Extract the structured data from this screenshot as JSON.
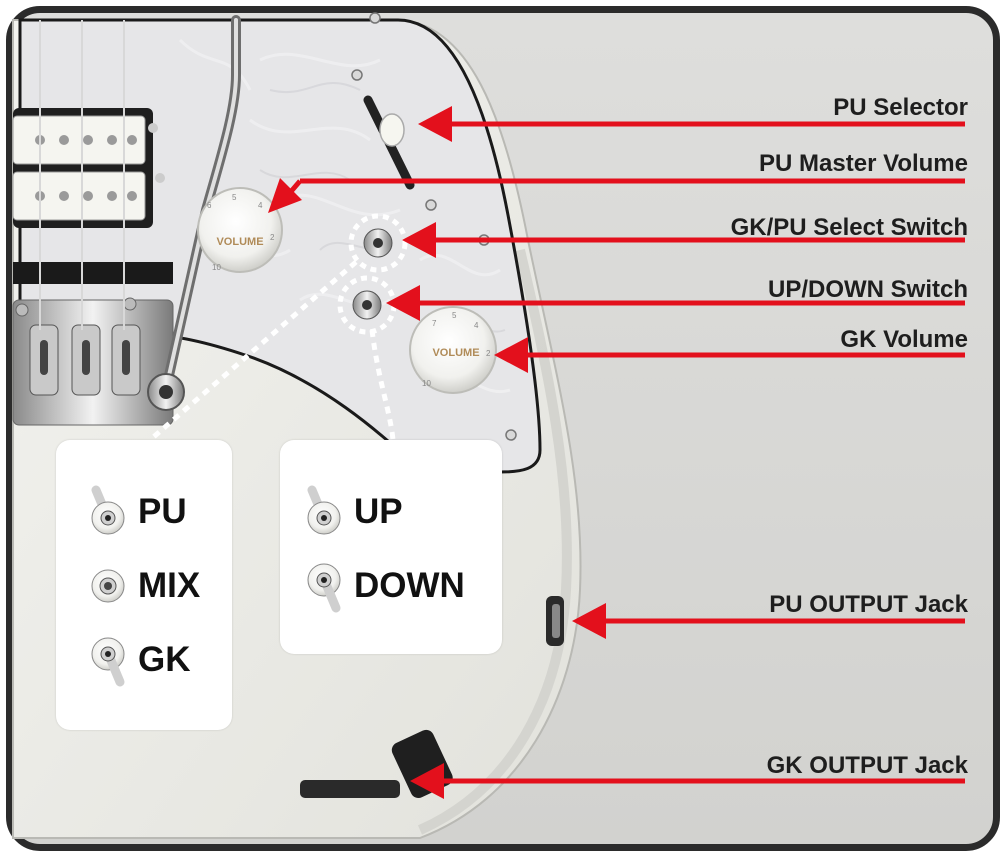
{
  "callouts": [
    {
      "label": "PU Selector"
    },
    {
      "label": "PU Master Volume"
    },
    {
      "label": "GK/PU Select Switch"
    },
    {
      "label": "UP/DOWN Switch"
    },
    {
      "label": "GK Volume"
    },
    {
      "label": "PU OUTPUT Jack"
    },
    {
      "label": "GK OUTPUT  Jack"
    }
  ],
  "knobs": {
    "label": "VOLUME"
  },
  "legend_gkpu": {
    "items": [
      {
        "label": "PU"
      },
      {
        "label": "MIX"
      },
      {
        "label": "GK"
      }
    ]
  },
  "legend_updown": {
    "items": [
      {
        "label": "UP"
      },
      {
        "label": "DOWN"
      }
    ]
  },
  "colors": {
    "arrow": "#e3101c",
    "outline": "#2b2b2b",
    "guitar_body": "#eeeeea",
    "pickguard": "#e4e4e6"
  }
}
